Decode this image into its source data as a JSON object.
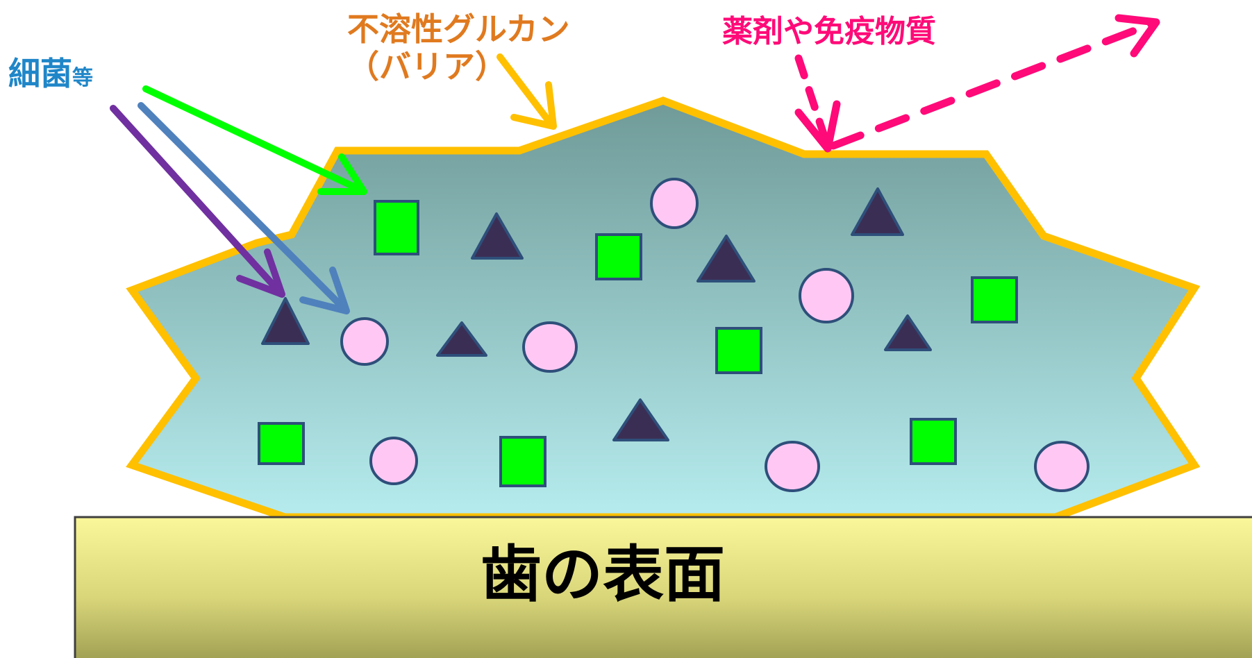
{
  "labels": {
    "bacteria": "細菌",
    "bacteria_suffix": "等",
    "glucan_line1": "不溶性グルカン",
    "glucan_line2": "（バリア）",
    "drugs": "薬剤や免疫物質",
    "tooth_surface": "歯の表面"
  },
  "colors": {
    "bacteria_label": "#1f86c8",
    "glucan_label": "#e07a1f",
    "drugs_label": "#ff0a78",
    "barrier_outline": "#ffc000",
    "biofilm_top": "#6f9a98",
    "biofilm_bottom": "#b6ecee",
    "tooth_top": "#faf79a",
    "tooth_bottom": "#9e9e52",
    "square_fill": "#00ff00",
    "triangle_fill": "#3b2e55",
    "circle_fill": "#ffc8f4",
    "shape_stroke": "#2e4f7a",
    "arrow_green": "#00ff00",
    "arrow_purple": "#7030a0",
    "arrow_blue": "#4f81bd",
    "arrow_orange": "#ffc000",
    "arrow_pink": "#ff0a78"
  }
}
